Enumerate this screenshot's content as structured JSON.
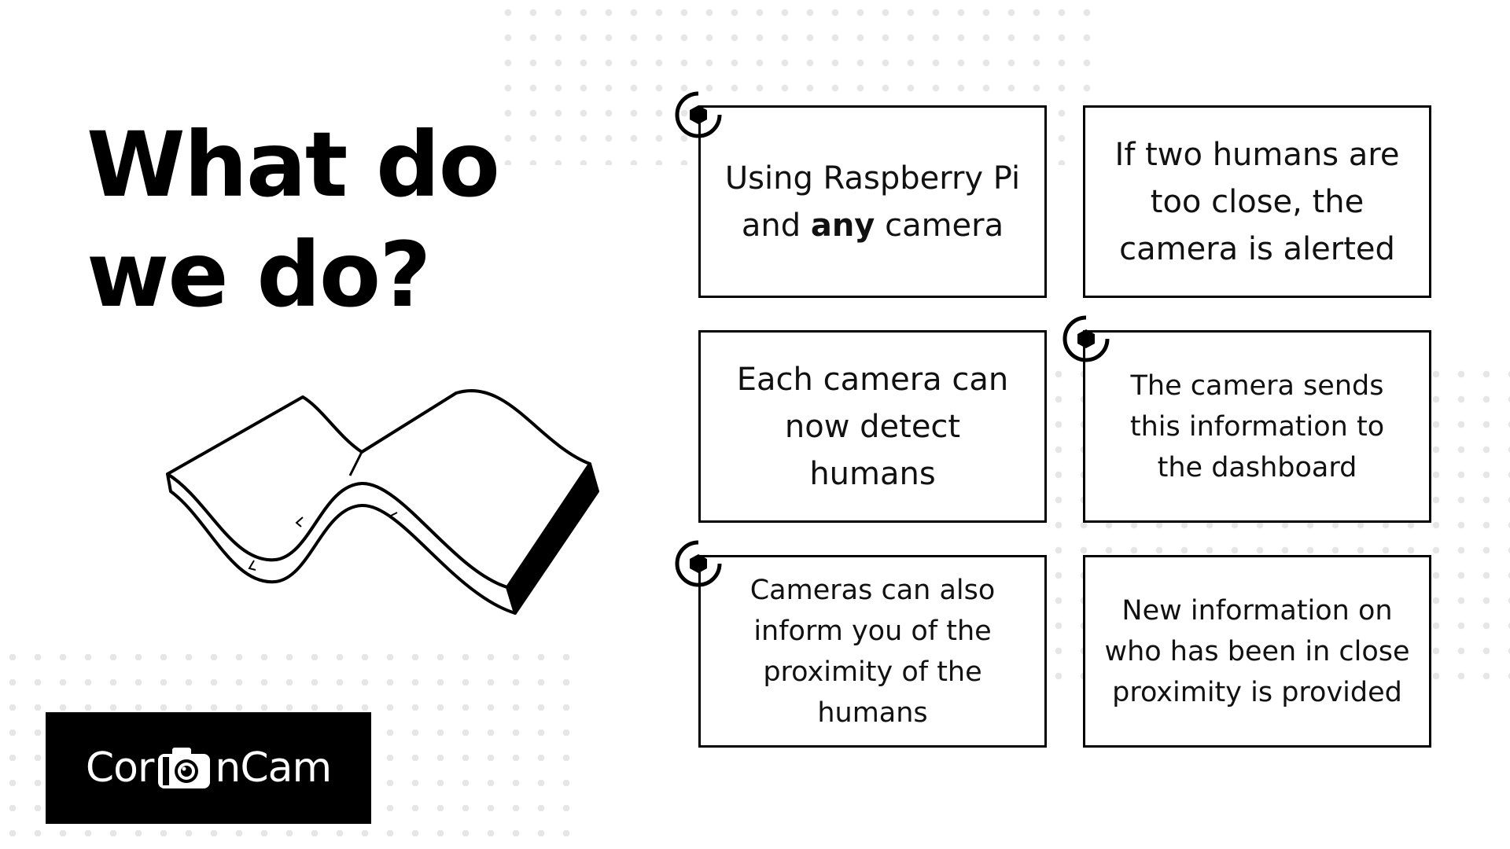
{
  "heading": {
    "line1": "What do",
    "line2": "we do?"
  },
  "illustration": {
    "icon": "wavy-book-icon"
  },
  "logo": {
    "text_before": "Cor",
    "camera_icon": "camera-icon",
    "text_after": "nCam"
  },
  "cards": [
    {
      "before": "Using Raspberry Pi and ",
      "bold": "any",
      "after": " camera"
    },
    {
      "text": "If two humans are too close, the camera is alerted"
    },
    {
      "text": "Each camera can now detect humans"
    },
    {
      "text": "The camera sends this information to the dashboard"
    },
    {
      "text": "Cameras can also inform you of the proximity of the humans"
    },
    {
      "text": "New information on who has been in close proximity is provided"
    }
  ],
  "markers": {
    "icon": "target-marker-icon"
  },
  "colors": {
    "background": "#ffffff",
    "ink": "#000000",
    "dots": "#e6e6e6"
  }
}
